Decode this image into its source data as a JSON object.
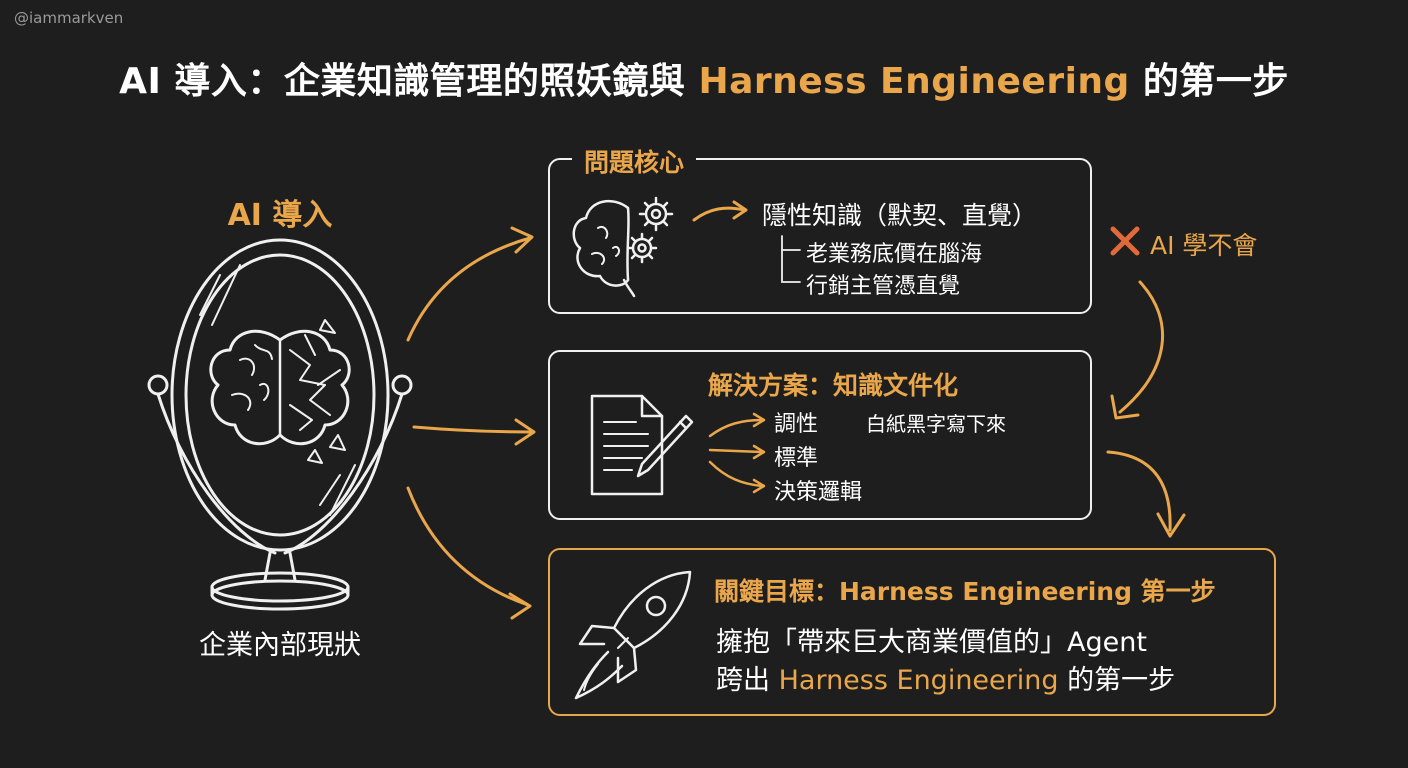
{
  "watermark": "@iammarkven",
  "title": {
    "part1": "AI 導入：企業知識管理的照妖鏡與 ",
    "accent": "Harness Engineering",
    "part2": " 的第一步"
  },
  "mirror": {
    "label": "AI 導入",
    "caption": "企業內部現狀"
  },
  "problem": {
    "heading": "問題核心",
    "main": "隱性知識（默契、直覺）",
    "items": [
      "老業務底價在腦海",
      "行銷主管憑直覺"
    ],
    "side_label": "AI 學不會"
  },
  "solution": {
    "heading": "解決方案：知識文件化",
    "items": [
      "調性",
      "標準",
      "決策邏輯"
    ],
    "note": "白紙黑字寫下來"
  },
  "goal": {
    "heading": "關鍵目標：Harness Engineering 第一步",
    "line1": "擁抱「帶來巨大商業價值的」Agent",
    "line2_prefix": "跨出 ",
    "line2_accent": "Harness Engineering",
    "line2_suffix": " 的第一步"
  },
  "colors": {
    "accent": "#e9a64a",
    "background": "#1e1e1e",
    "stroke": "#f0f0f0",
    "cross": "#e06a3a"
  }
}
